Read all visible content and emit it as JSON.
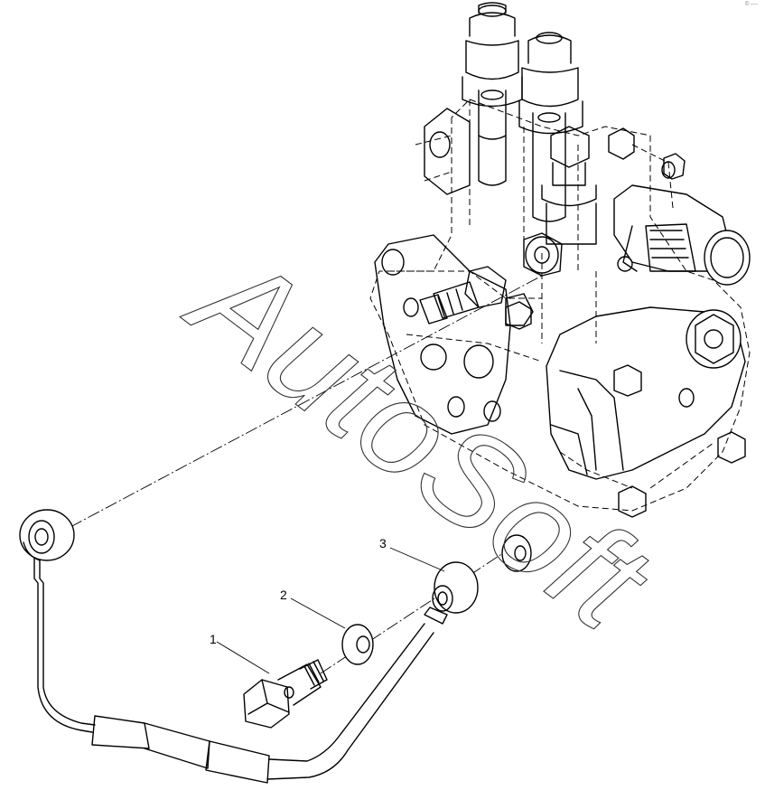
{
  "diagram": {
    "callouts": [
      {
        "id": "1",
        "label": "1"
      },
      {
        "id": "2",
        "label": "2"
      },
      {
        "id": "3",
        "label": "3"
      }
    ],
    "watermark": "AutoSoft",
    "corner_mark": "© ----"
  }
}
